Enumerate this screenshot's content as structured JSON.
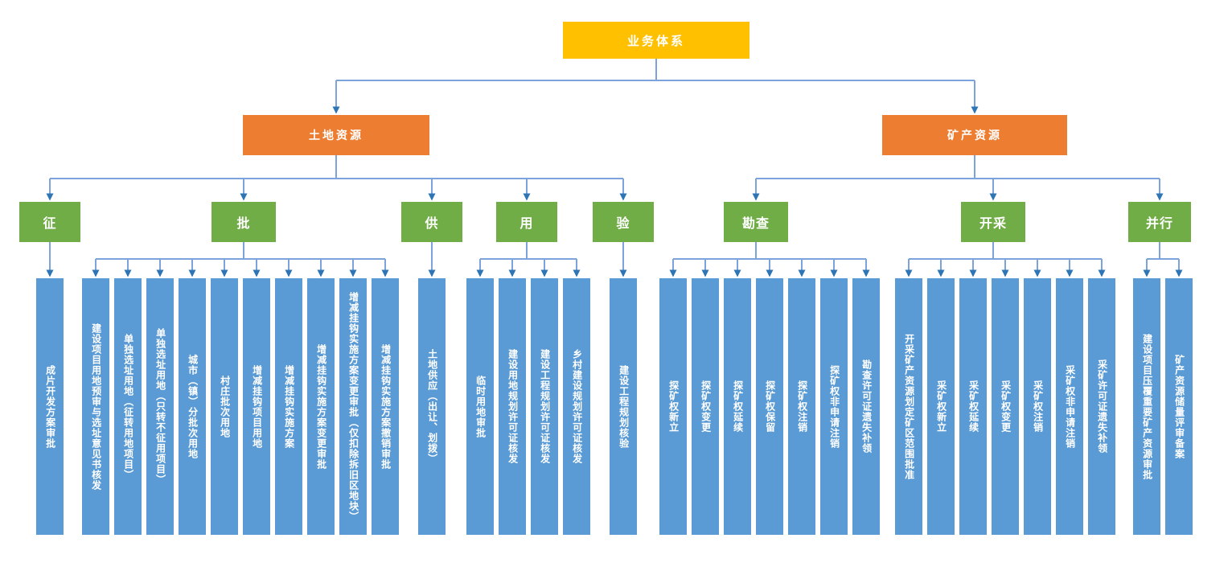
{
  "diagram": {
    "title": "业务体系",
    "root": {
      "label": "业务体系"
    },
    "branches": [
      {
        "label": "土地资源",
        "groups": [
          {
            "label": "征",
            "items": [
              "成片开发方案审批"
            ]
          },
          {
            "label": "批",
            "items": [
              "建设项目用地预审与选址意见书核发",
              "单独选址用地（征转用地项目）",
              "单独选址用地（只转不征用项目）",
              "城市（镇）分批次用地",
              "村庄批次用地",
              "增减挂钩项目用地",
              "增减挂钩实施方案",
              "增减挂钩实施方案变更审批",
              "增减挂钩实施方案变更审批（仅扣除拆旧区地块）",
              "增减挂钩实施方案撤销审批"
            ]
          },
          {
            "label": "供",
            "items": [
              "土地供应（出让、划拨）"
            ]
          },
          {
            "label": "用",
            "items": [
              "临时用地审批",
              "建设用地规划许可证核发",
              "建设工程规划许可证核发",
              "乡村建设规划许可证核发"
            ]
          },
          {
            "label": "验",
            "items": [
              "建设工程规划核验"
            ]
          }
        ]
      },
      {
        "label": "矿产资源",
        "groups": [
          {
            "label": "勘查",
            "items": [
              "探矿权新立",
              "探矿权变更",
              "探矿权延续",
              "探矿权保留",
              "探矿权注销",
              "探矿权非申请注销",
              "勘查许可证遗失补领"
            ]
          },
          {
            "label": "开采",
            "items": [
              "开采矿产资源划定矿区范围批准",
              "采矿权新立",
              "采矿权延续",
              "采矿权变更",
              "采矿权注销",
              "采矿权非申请注销",
              "采矿许可证遗失补领"
            ]
          },
          {
            "label": "并行",
            "items": [
              "建设项目压覆重要矿产资源审批",
              "矿产资源储量评审备案"
            ]
          }
        ]
      }
    ],
    "colors": {
      "root_fill": "#FFC000",
      "branch_fill": "#ED7D31",
      "group_fill": "#70AD47",
      "item_fill": "#5B9BD5",
      "connector_line": "#7CA3DB",
      "arrowhead": "#2E75B6"
    }
  }
}
